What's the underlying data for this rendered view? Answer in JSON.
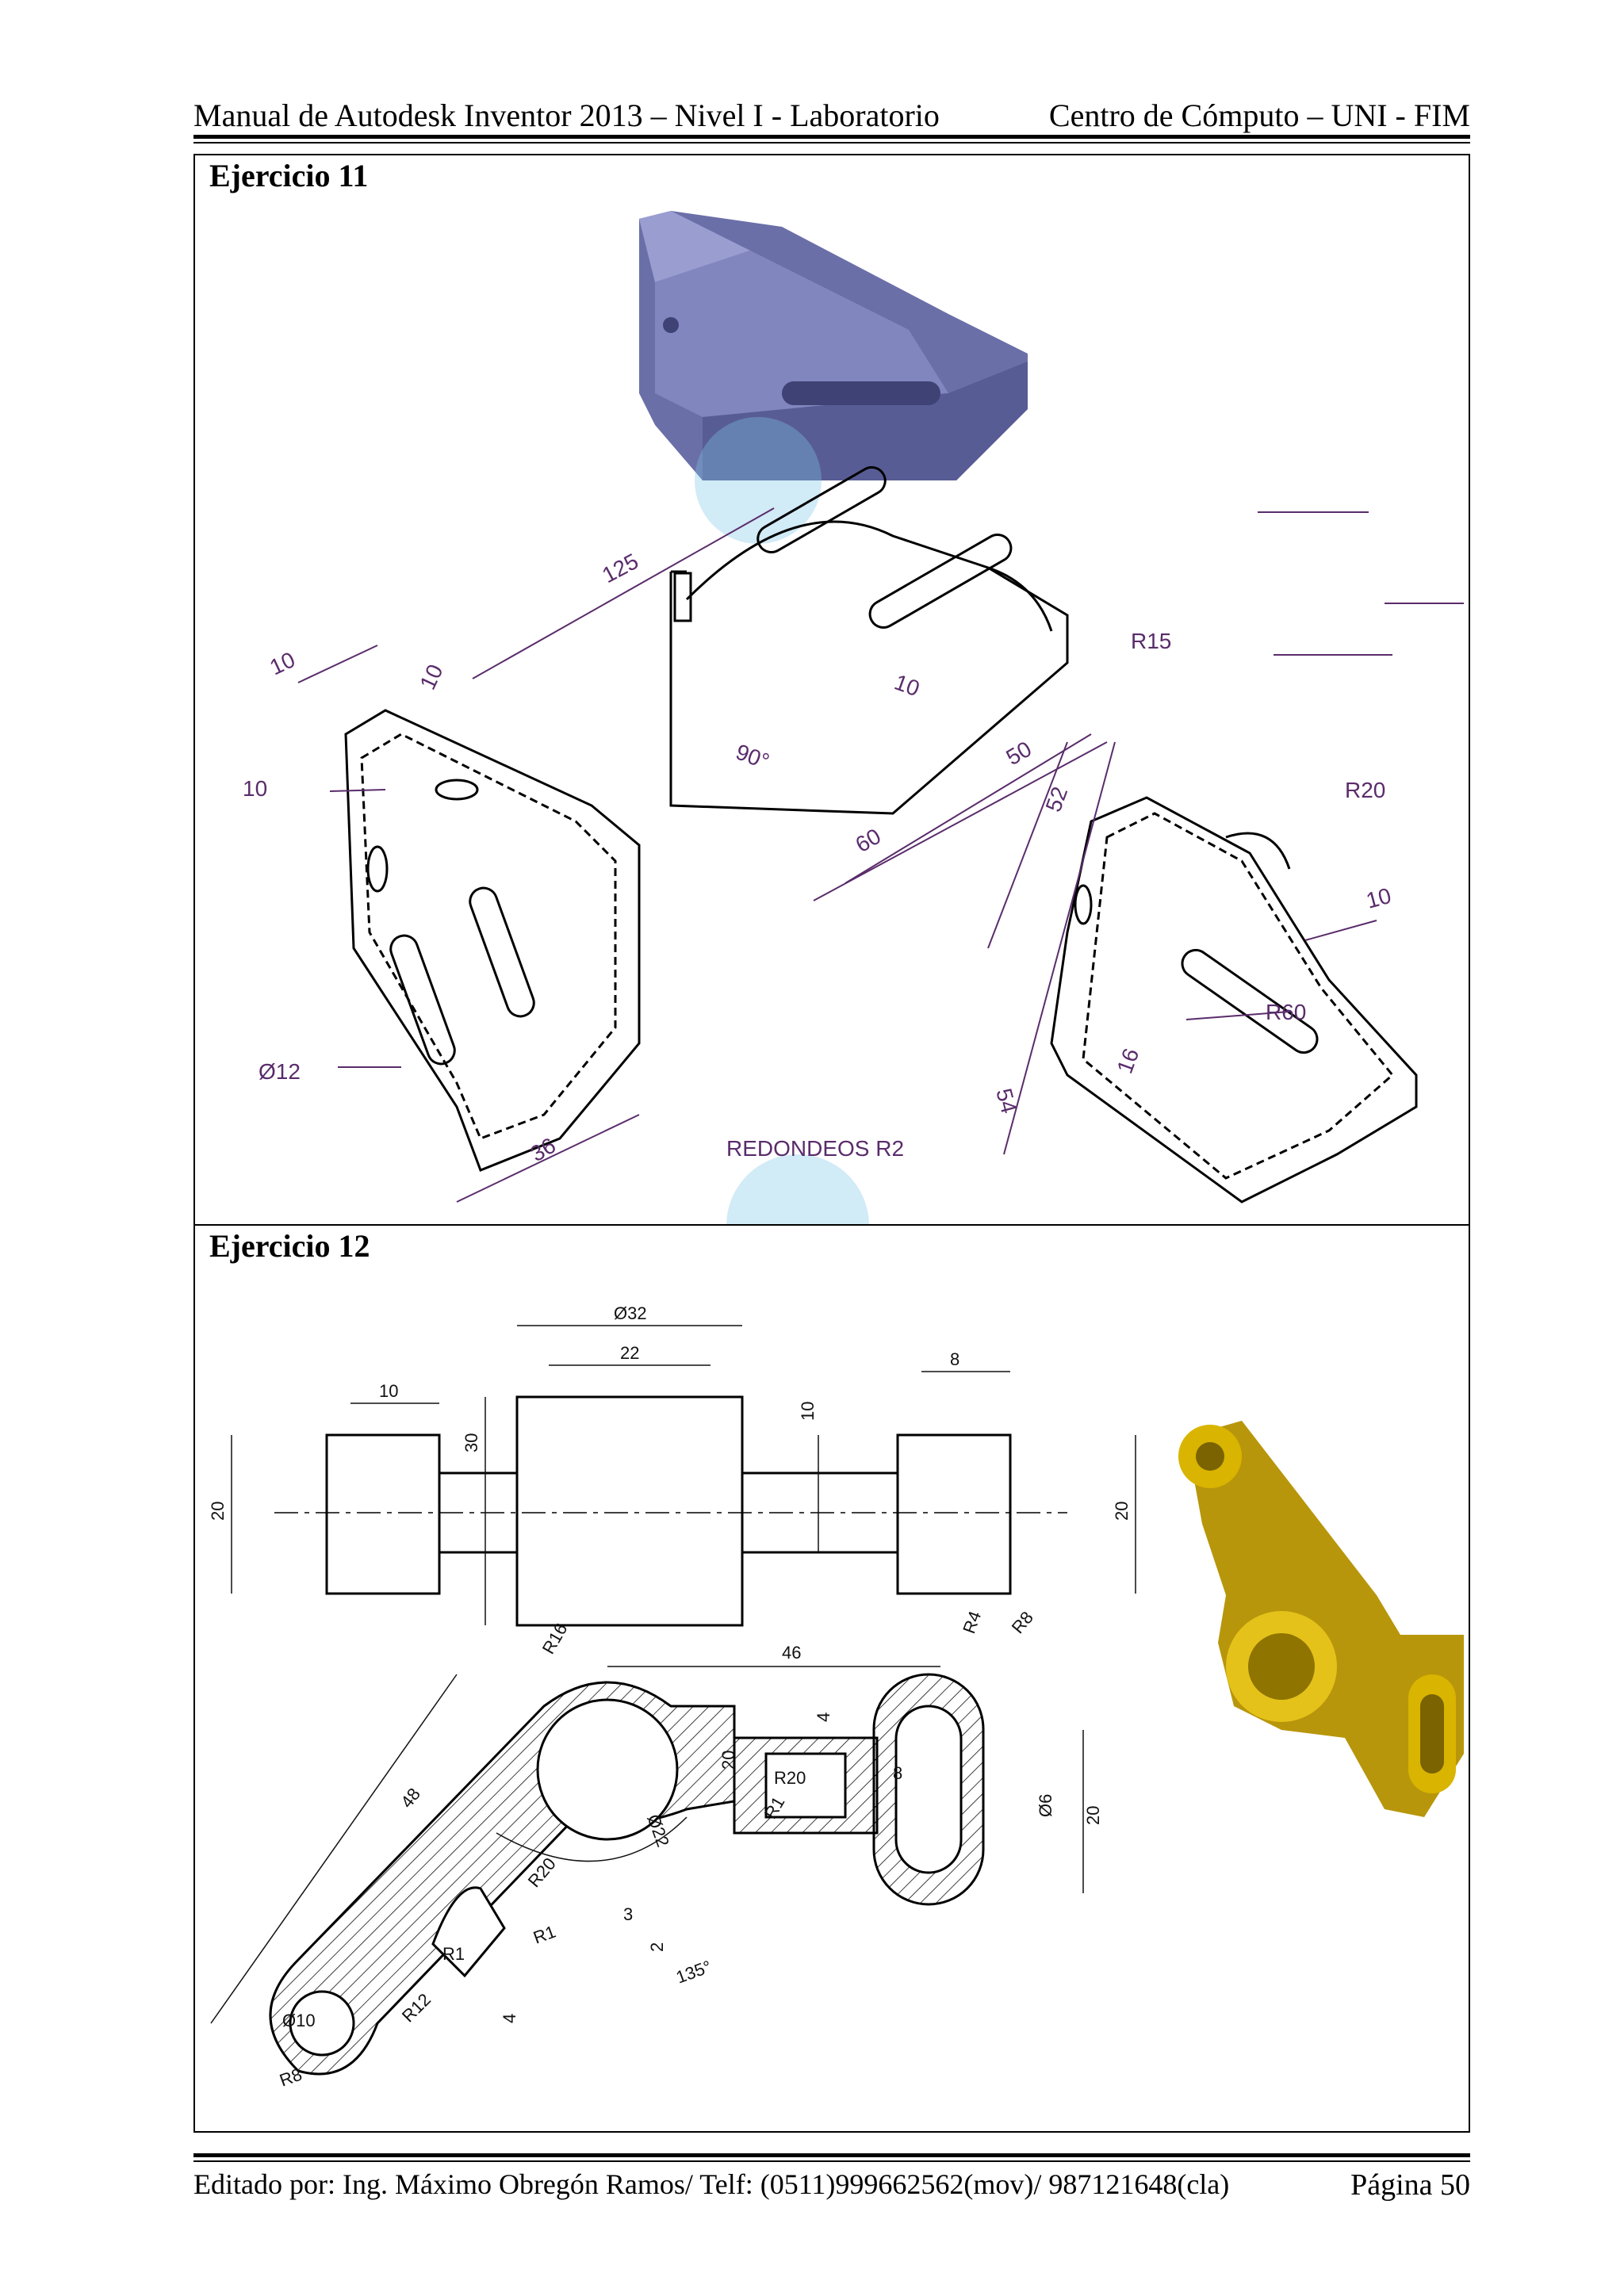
{
  "header": {
    "left": "Manual de Autodesk Inventor 2013 – Nivel I - Laboratorio",
    "right": "Centro de Cómputo – UNI - FIM"
  },
  "exercise11": {
    "title": "Ejercicio 11",
    "dims": {
      "d125": "125",
      "d10a": "10",
      "d10b": "10",
      "d10c": "10",
      "d10d": "10",
      "d10e": "10",
      "d90": "90°",
      "d60": "60",
      "d50": "50",
      "d52": "52",
      "d54": "54",
      "d16": "16",
      "d36": "36",
      "r15": "R15",
      "r20": "R20",
      "r60": "R60",
      "phi12": "Ø12",
      "redondeos": "REDONDEOS R2"
    }
  },
  "exercise12": {
    "title": "Ejercicio 12",
    "dims": {
      "phi32": "Ø32",
      "d22": "22",
      "d10a": "10",
      "d10b": "10",
      "d8a": "8",
      "d30": "30",
      "d20a": "20",
      "d20b": "20",
      "d46": "46",
      "r4": "R4",
      "r8a": "R8",
      "r16": "R16",
      "d48": "48",
      "d20c": "20",
      "d4a": "4",
      "r20a": "R20",
      "d8b": "8",
      "phi6": "Ø6",
      "d20d": "20",
      "r1a": "R1",
      "phi22": "Ø22",
      "r20b": "R20",
      "d3": "3",
      "d2": "2",
      "r1b": "R1",
      "r1c": "R1",
      "d135": "135°",
      "r12": "R12",
      "d4b": "4",
      "phi10": "Ø10",
      "r8b": "R8"
    }
  },
  "footer": {
    "left": "Editado por: Ing. Máximo Obregón Ramos/ Telf: (0511)999662562(mov)/ 987121648(cla)",
    "right": "Página 50"
  }
}
